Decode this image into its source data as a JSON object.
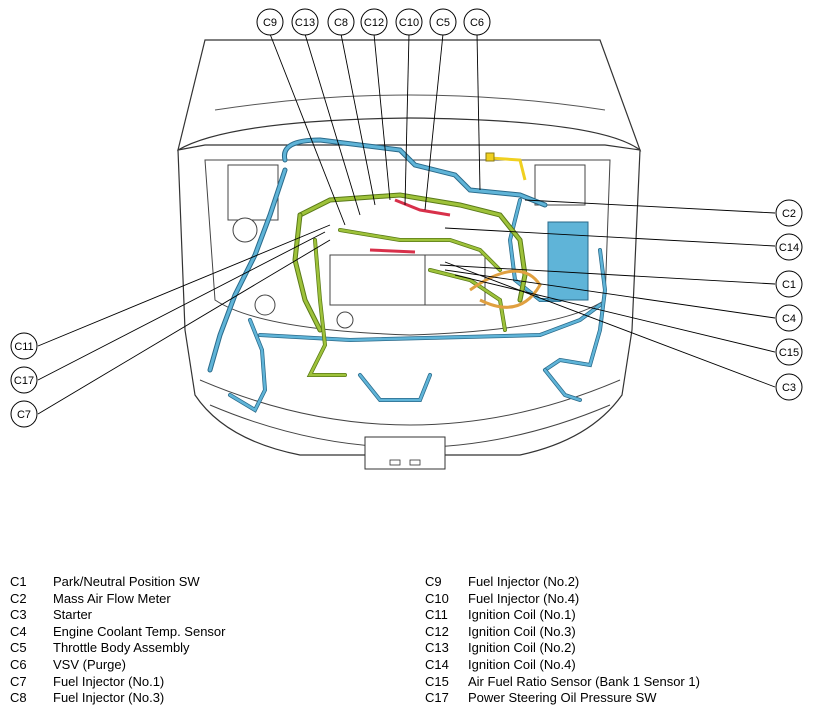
{
  "callouts": {
    "top": [
      "C9",
      "C13",
      "C8",
      "C12",
      "C10",
      "C5",
      "C6"
    ],
    "right": [
      "C2",
      "C14",
      "C1",
      "C4",
      "C15",
      "C3"
    ],
    "left": [
      "C11",
      "C17",
      "C7"
    ]
  },
  "legend": {
    "left": [
      {
        "code": "C1",
        "name": "Park/Neutral Position SW"
      },
      {
        "code": "C2",
        "name": "Mass Air Flow Meter"
      },
      {
        "code": "C3",
        "name": "Starter"
      },
      {
        "code": "C4",
        "name": "Engine Coolant Temp. Sensor"
      },
      {
        "code": "C5",
        "name": "Throttle Body Assembly"
      },
      {
        "code": "C6",
        "name": "VSV (Purge)"
      },
      {
        "code": "C7",
        "name": "Fuel Injector (No.1)"
      },
      {
        "code": "C8",
        "name": "Fuel Injector (No.3)"
      }
    ],
    "right": [
      {
        "code": "C9",
        "name": "Fuel Injector (No.2)"
      },
      {
        "code": "C10",
        "name": "Fuel Injector (No.4)"
      },
      {
        "code": "C11",
        "name": "Ignition Coil (No.1)"
      },
      {
        "code": "C12",
        "name": "Ignition Coil (No.3)"
      },
      {
        "code": "C13",
        "name": "Ignition Coil (No.2)"
      },
      {
        "code": "C14",
        "name": "Ignition Coil (No.4)"
      },
      {
        "code": "C15",
        "name": "Air Fuel Ratio Sensor (Bank 1 Sensor 1)"
      },
      {
        "code": "C17",
        "name": "Power Steering Oil Pressure SW"
      }
    ]
  },
  "colors": {
    "harness_blue": "#5fb4d8",
    "harness_green": "#9ec23a",
    "harness_red": "#d8304a",
    "harness_orange": "#e0a040",
    "harness_yellow": "#f0d020",
    "outline": "#333333"
  }
}
